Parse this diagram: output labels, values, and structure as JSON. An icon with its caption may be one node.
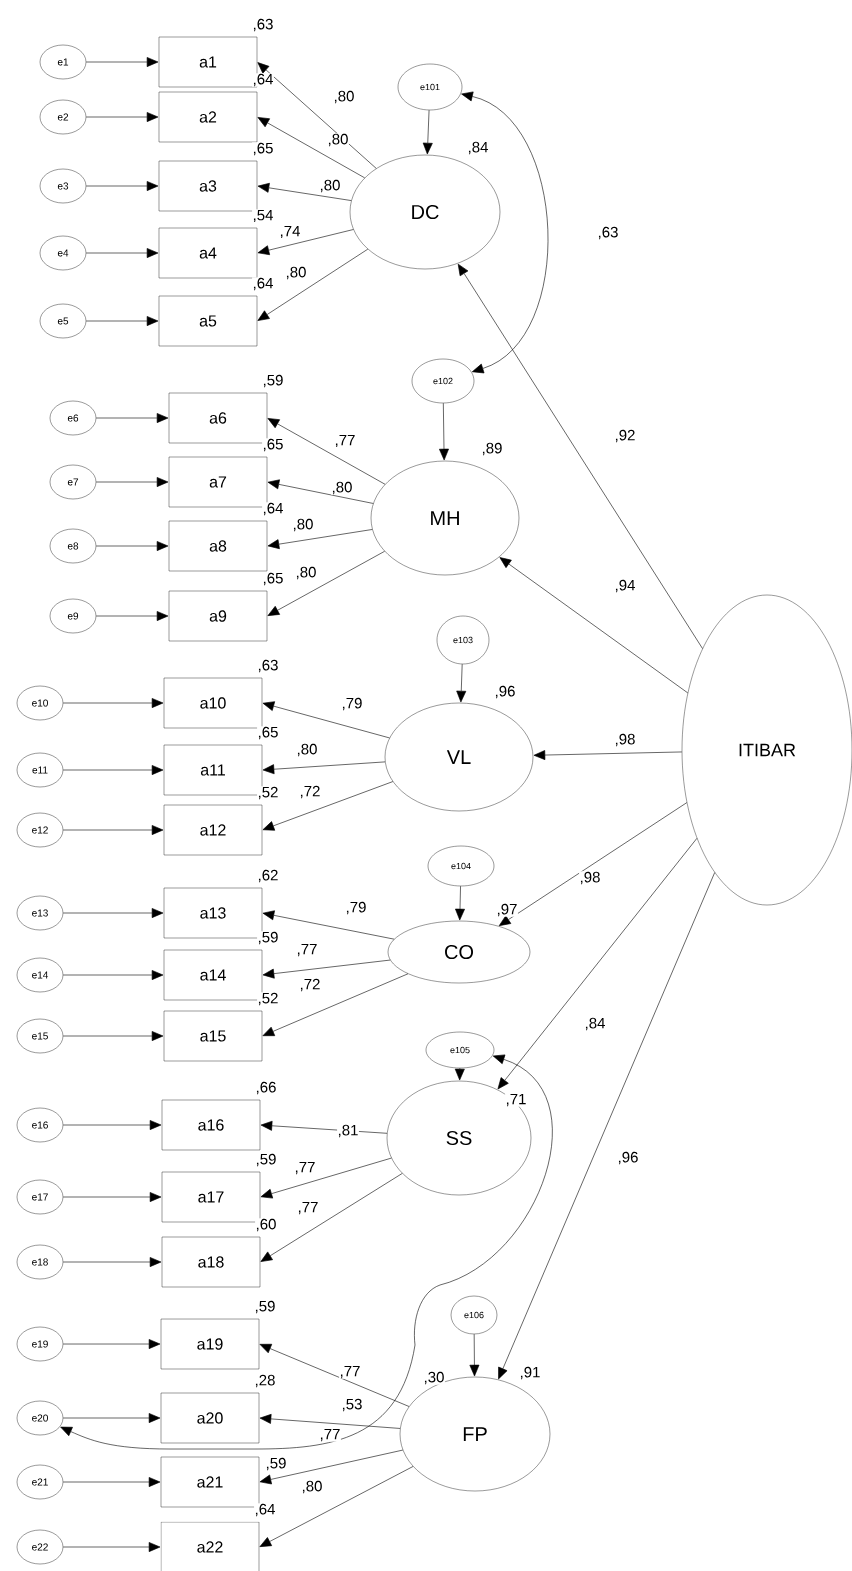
{
  "diagram": {
    "nodes": [
      {
        "text": [
          "e1"
        ]
      },
      {
        "text": [
          "a1"
        ],
        "beside": [
          ",63"
        ]
      },
      {
        "text": [
          "e2"
        ]
      },
      {
        "text": [
          "a2"
        ],
        "beside": [
          ",64"
        ]
      },
      {
        "text": [
          "e3"
        ]
      },
      {
        "text": [
          "a3"
        ],
        "beside": [
          ",65"
        ]
      },
      {
        "text": [
          "e4"
        ]
      },
      {
        "text": [
          "a4"
        ],
        "beside": [
          ",54"
        ]
      },
      {
        "text": [
          "e5"
        ]
      },
      {
        "text": [
          "a5"
        ],
        "beside": [
          ",64"
        ]
      },
      {
        "text": [
          "e6"
        ]
      },
      {
        "text": [
          "a6"
        ],
        "beside": [
          ",59"
        ]
      },
      {
        "text": [
          "e7"
        ]
      },
      {
        "text": [
          "a7"
        ],
        "beside": [
          ",65"
        ]
      },
      {
        "text": [
          "e8"
        ]
      },
      {
        "text": [
          "a8"
        ],
        "beside": [
          ",64"
        ]
      },
      {
        "text": [
          "e9"
        ]
      },
      {
        "text": [
          "a9"
        ],
        "beside": [
          ",65"
        ]
      },
      {
        "text": [
          "e10"
        ]
      },
      {
        "text": [
          "a10"
        ],
        "beside": [
          ",63"
        ]
      },
      {
        "text": [
          "e11"
        ]
      },
      {
        "text": [
          "a11"
        ],
        "beside": [
          ",65"
        ]
      },
      {
        "text": [
          "e12"
        ]
      },
      {
        "text": [
          "a12"
        ],
        "beside": [
          ",52"
        ]
      },
      {
        "text": [
          "e13"
        ]
      },
      {
        "text": [
          "a13"
        ],
        "beside": [
          ",62"
        ]
      },
      {
        "text": [
          "e14"
        ]
      },
      {
        "text": [
          "a14"
        ],
        "beside": [
          ",59"
        ]
      },
      {
        "text": [
          "e15"
        ]
      },
      {
        "text": [
          "a15"
        ],
        "beside": [
          ",52"
        ]
      },
      {
        "text": [
          "e16"
        ]
      },
      {
        "text": [
          "a16"
        ],
        "beside": [
          ",66"
        ]
      },
      {
        "text": [
          "e17"
        ]
      },
      {
        "text": [
          "a17"
        ],
        "beside": [
          ",59"
        ]
      },
      {
        "text": [
          "e18"
        ]
      },
      {
        "text": [
          "a18"
        ],
        "beside": [
          ",60"
        ]
      },
      {
        "text": [
          "e19"
        ]
      },
      {
        "text": [
          "a19"
        ],
        "beside": [
          ",59"
        ]
      },
      {
        "text": [
          "e20"
        ]
      },
      {
        "text": [
          "a20"
        ],
        "beside": [
          ",28"
        ]
      },
      {
        "text": [
          "e21"
        ]
      },
      {
        "text": [
          "a21"
        ],
        "beside": [
          ",59"
        ]
      },
      {
        "text": [
          "e22"
        ]
      },
      {
        "text": [
          "a22"
        ],
        "beside": [
          ",64"
        ]
      },
      {
        "text": [
          "e101"
        ]
      },
      {
        "text": [
          "DC"
        ],
        "beside": [
          ",84"
        ]
      },
      {
        "text": [
          "e102"
        ]
      },
      {
        "text": [
          "MH"
        ],
        "beside": [
          ",89"
        ]
      },
      {
        "text": [
          "e103"
        ]
      },
      {
        "text": [
          "VL"
        ],
        "beside": [
          ",96"
        ]
      },
      {
        "text": [
          "e104"
        ]
      },
      {
        "text": [
          "CO"
        ],
        "beside": [
          ",97"
        ]
      },
      {
        "text": [
          "e105"
        ]
      },
      {
        "text": [
          "SS"
        ],
        "beside": [
          ",71"
        ]
      },
      {
        "text": [
          "e106"
        ]
      },
      {
        "text": [
          "FP"
        ],
        "beside": [
          ",91"
        ]
      },
      {
        "text": [
          "ITIBAR"
        ]
      }
    ],
    "edges": [
      {
        "from": 0,
        "to": 1,
        "arrow": "to"
      },
      {
        "from": 2,
        "to": 3,
        "arrow": "to"
      },
      {
        "from": 4,
        "to": 5,
        "arrow": "to"
      },
      {
        "from": 6,
        "to": 7,
        "arrow": "to"
      },
      {
        "from": 8,
        "to": 9,
        "arrow": "to"
      },
      {
        "from": 10,
        "to": 11,
        "arrow": "to"
      },
      {
        "from": 12,
        "to": 13,
        "arrow": "to"
      },
      {
        "from": 14,
        "to": 15,
        "arrow": "to"
      },
      {
        "from": 16,
        "to": 17,
        "arrow": "to"
      },
      {
        "from": 18,
        "to": 19,
        "arrow": "to"
      },
      {
        "from": 20,
        "to": 21,
        "arrow": "to"
      },
      {
        "from": 22,
        "to": 23,
        "arrow": "to"
      },
      {
        "from": 24,
        "to": 25,
        "arrow": "to"
      },
      {
        "from": 26,
        "to": 27,
        "arrow": "to"
      },
      {
        "from": 28,
        "to": 29,
        "arrow": "to"
      },
      {
        "from": 30,
        "to": 31,
        "arrow": "to"
      },
      {
        "from": 32,
        "to": 33,
        "arrow": "to"
      },
      {
        "from": 34,
        "to": 35,
        "arrow": "to"
      },
      {
        "from": 36,
        "to": 37,
        "arrow": "to"
      },
      {
        "from": 38,
        "to": 39,
        "arrow": "to"
      },
      {
        "from": 40,
        "to": 41,
        "arrow": "to"
      },
      {
        "from": 42,
        "to": 43,
        "arrow": "to"
      },
      {
        "from": 45,
        "to": 1,
        "arrow": "to",
        "label": ",80"
      },
      {
        "from": 45,
        "to": 3,
        "arrow": "to",
        "label": ",80"
      },
      {
        "from": 45,
        "to": 5,
        "arrow": "to",
        "label": ",80"
      },
      {
        "from": 45,
        "to": 7,
        "arrow": "to",
        "label": ",74"
      },
      {
        "from": 45,
        "to": 9,
        "arrow": "to",
        "label": ",80"
      },
      {
        "from": 47,
        "to": 11,
        "arrow": "to",
        "label": ",77"
      },
      {
        "from": 47,
        "to": 13,
        "arrow": "to",
        "label": ",80"
      },
      {
        "from": 47,
        "to": 15,
        "arrow": "to",
        "label": ",80"
      },
      {
        "from": 47,
        "to": 17,
        "arrow": "to",
        "label": ",80"
      },
      {
        "from": 49,
        "to": 19,
        "arrow": "to",
        "label": ",79"
      },
      {
        "from": 49,
        "to": 21,
        "arrow": "to",
        "label": ",80"
      },
      {
        "from": 49,
        "to": 23,
        "arrow": "to",
        "label": ",72"
      },
      {
        "from": 51,
        "to": 25,
        "arrow": "to",
        "label": ",79"
      },
      {
        "from": 51,
        "to": 27,
        "arrow": "to",
        "label": ",77"
      },
      {
        "from": 51,
        "to": 29,
        "arrow": "to",
        "label": ",72"
      },
      {
        "from": 53,
        "to": 31,
        "arrow": "to",
        "label": ",81"
      },
      {
        "from": 53,
        "to": 33,
        "arrow": "to",
        "label": ",77"
      },
      {
        "from": 53,
        "to": 35,
        "arrow": "to",
        "label": ",77"
      },
      {
        "from": 55,
        "to": 37,
        "arrow": "to",
        "label": ",77"
      },
      {
        "from": 55,
        "to": 39,
        "arrow": "to",
        "label": ",53"
      },
      {
        "from": 55,
        "to": 41,
        "arrow": "to",
        "label": ",77"
      },
      {
        "from": 55,
        "to": 43,
        "arrow": "to",
        "label": ",80"
      },
      {
        "from": 44,
        "to": 45,
        "arrow": "to"
      },
      {
        "from": 46,
        "to": 47,
        "arrow": "to"
      },
      {
        "from": 48,
        "to": 49,
        "arrow": "to"
      },
      {
        "from": 50,
        "to": 51,
        "arrow": "to"
      },
      {
        "from": 52,
        "to": 53,
        "arrow": "to"
      },
      {
        "from": 54,
        "to": 55,
        "arrow": "to"
      },
      {
        "from": 56,
        "to": 45,
        "arrow": "to",
        "label": ",92"
      },
      {
        "from": 56,
        "to": 47,
        "arrow": "to",
        "label": ",94"
      },
      {
        "from": 56,
        "to": 49,
        "arrow": "to",
        "label": ",98"
      },
      {
        "from": 56,
        "to": 51,
        "arrow": "to",
        "label": ",98"
      },
      {
        "from": 56,
        "to": 53,
        "arrow": "to",
        "label": ",84"
      },
      {
        "from": 56,
        "to": 55,
        "arrow": "to",
        "label": ",96"
      },
      {
        "from": 44,
        "to": 46,
        "arrow": "both",
        "label": ",63"
      },
      {
        "from": 52,
        "to": 38,
        "arrow": "both",
        "label": ",30"
      }
    ]
  }
}
